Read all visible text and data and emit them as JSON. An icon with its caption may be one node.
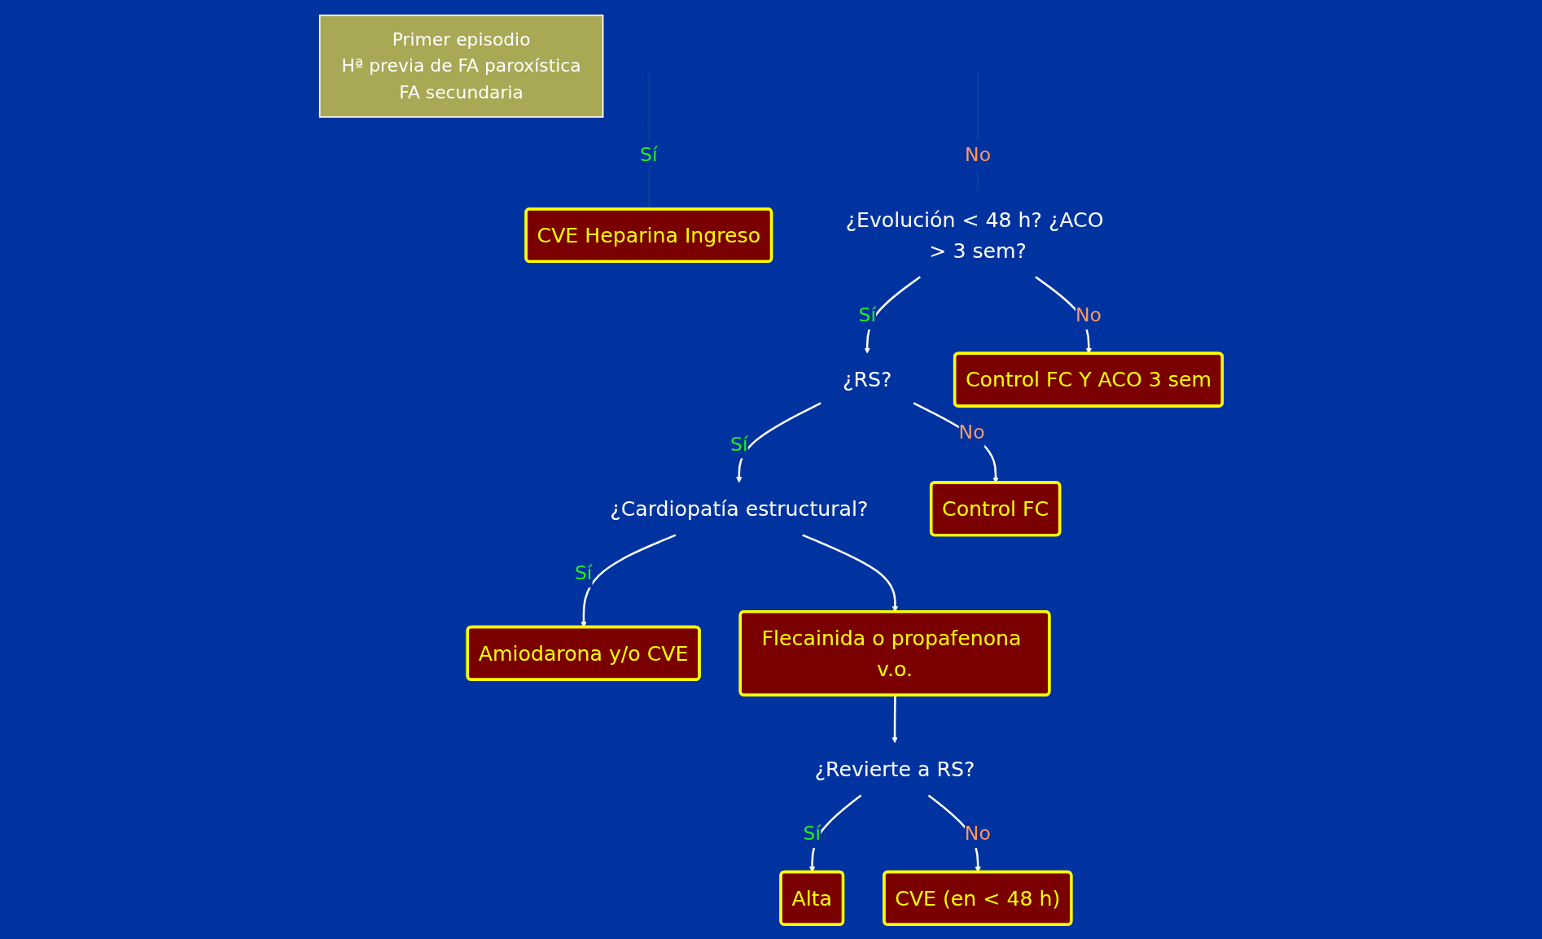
{
  "diagram": {
    "nodes": [
      {
        "text": [
          "CVE Heparina Ingreso"
        ]
      },
      {
        "text": [
          "¿Evolución < 48 h? ¿ACO > 3 sem?"
        ]
      },
      {
        "text": [
          "¿RS?"
        ]
      },
      {
        "text": [
          "Control FC Y ACO 3 sem"
        ]
      },
      {
        "text": [
          "¿Cardiopatía estructural?"
        ]
      },
      {
        "text": [
          "Control FC"
        ]
      },
      {
        "text": [
          "Amiodarona y/o CVE"
        ]
      },
      {
        "text": [
          "Flecainida o propafenona v.o."
        ]
      },
      {
        "text": [
          "Primer episodio",
          "Hª previa de FA paroxística",
          "FA secundaria"
        ]
      },
      {
        "text": [
          "¿Revierte a RS?"
        ]
      },
      {
        "text": [
          "Alta"
        ]
      },
      {
        "text": [
          "CVE (en < 48 h)"
        ]
      }
    ],
    "edges": [
      {
        "from": null,
        "to": 0,
        "arrow": "to",
        "label": "Sí",
        "color": "#0a3da0"
      },
      {
        "from": null,
        "to": 1,
        "arrow": "to",
        "label": "No",
        "color": "#0a3da0"
      },
      {
        "from": 1,
        "to": 2,
        "arrow": "to",
        "label": "Sí"
      },
      {
        "from": 1,
        "to": 3,
        "arrow": "to",
        "label": "No"
      },
      {
        "from": 2,
        "to": 4,
        "arrow": "to",
        "label": "Sí"
      },
      {
        "from": 2,
        "to": 5,
        "arrow": "to",
        "label": "No"
      },
      {
        "from": 4,
        "to": 6,
        "arrow": "to",
        "label": "Sí"
      },
      {
        "from": 4,
        "to": 7,
        "arrow": "to"
      },
      {
        "from": 7,
        "to": 9,
        "arrow": "to"
      },
      {
        "from": 9,
        "to": 10,
        "arrow": "to",
        "label": "Sí"
      },
      {
        "from": 9,
        "to": 11,
        "arrow": "to",
        "label": "No"
      }
    ]
  }
}
